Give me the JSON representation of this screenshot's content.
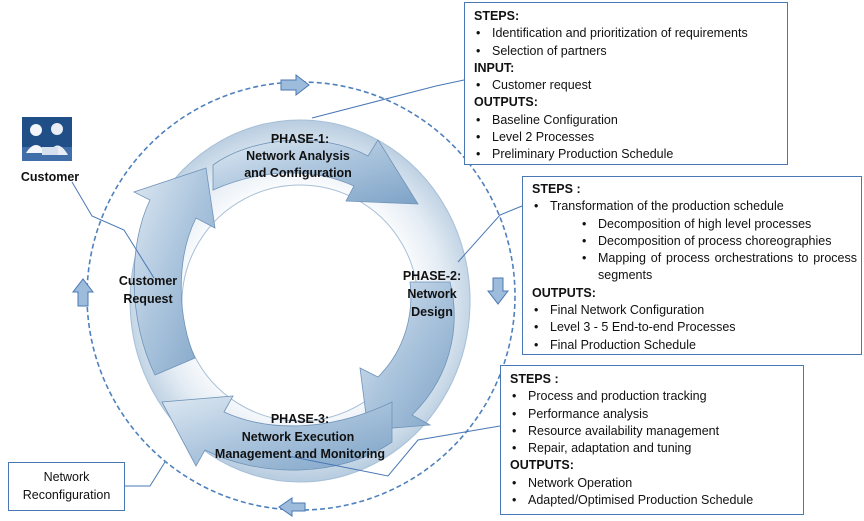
{
  "customer": {
    "label": "Customer",
    "icon": "customer-photo-icon"
  },
  "phases": {
    "phase1": {
      "line1": "PHASE-1:",
      "line2": "Network Analysis",
      "line3": "and Configuration"
    },
    "phase2": {
      "line1": "PHASE-2:",
      "line2": "Network",
      "line3": "Design"
    },
    "phase3": {
      "line1": "PHASE-3:",
      "line2": "Network Execution",
      "line3": "Management and Monitoring"
    },
    "customer_request": {
      "line1": "Customer",
      "line2": "Request"
    }
  },
  "reconfiguration": {
    "line1": "Network",
    "line2": "Reconfiguration"
  },
  "box1": {
    "steps_header": "STEPS:",
    "steps": [
      "Identification and prioritization of requirements",
      "Selection of partners"
    ],
    "input_header": "INPUT:",
    "inputs": [
      "Customer request"
    ],
    "outputs_header": "OUTPUTS:",
    "outputs": [
      "Baseline Configuration",
      "Level 2 Processes",
      "Preliminary Production Schedule"
    ]
  },
  "box2": {
    "steps_header": "STEPS :",
    "step_main": "Transformation of the production schedule",
    "substeps": [
      "Decomposition of high level processes",
      "Decomposition of process choreographies",
      "Mapping of process orchestrations to process segments"
    ],
    "outputs_header": "OUTPUTS:",
    "outputs": [
      "Final Network Configuration",
      "Level 3 - 5 End-to-end Processes",
      "Final Production Schedule"
    ]
  },
  "box3": {
    "steps_header": "STEPS :",
    "steps": [
      "Process and production tracking",
      "Performance analysis",
      "Resource availability management",
      "Repair, adaptation and tuning"
    ],
    "outputs_header": "OUTPUTS:",
    "outputs": [
      "Network Operation",
      "Adapted/Optimised Production Schedule"
    ]
  },
  "colors": {
    "accent": "#4a78b5",
    "ring_light": "#eef3f8",
    "ring_dark": "#8fb0cf",
    "dashed": "#4f81bd"
  }
}
